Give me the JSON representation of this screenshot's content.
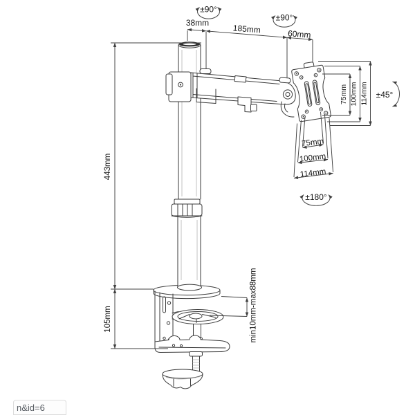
{
  "labels": {
    "pole_rotation": "±90°",
    "head_rotation": "±90°",
    "pole_width": "38mm",
    "arm_length": "185mm",
    "head_width": "60mm",
    "pole_height": "443mm",
    "clamp_body_height": "105mm",
    "desk_thickness_range": "min10mm-max88mm",
    "vesa_vertical_75": "75mm",
    "vesa_vertical_100": "100mm",
    "vesa_vertical_114": "114mm",
    "vesa_horizontal_75": "75mm",
    "vesa_horizontal_100": "100mm",
    "vesa_horizontal_114": "114mm",
    "tilt_range": "±45°",
    "swivel_range": "±180°"
  },
  "status_bar": {
    "link_preview": "n&id=6"
  },
  "colors": {
    "background": "#ffffff",
    "drawing_line": "#3a3a3a",
    "dimension_line": "#3f3f3f",
    "label_text": "#161616",
    "status_text": "#565b61",
    "status_border": "#dcdcdc"
  }
}
